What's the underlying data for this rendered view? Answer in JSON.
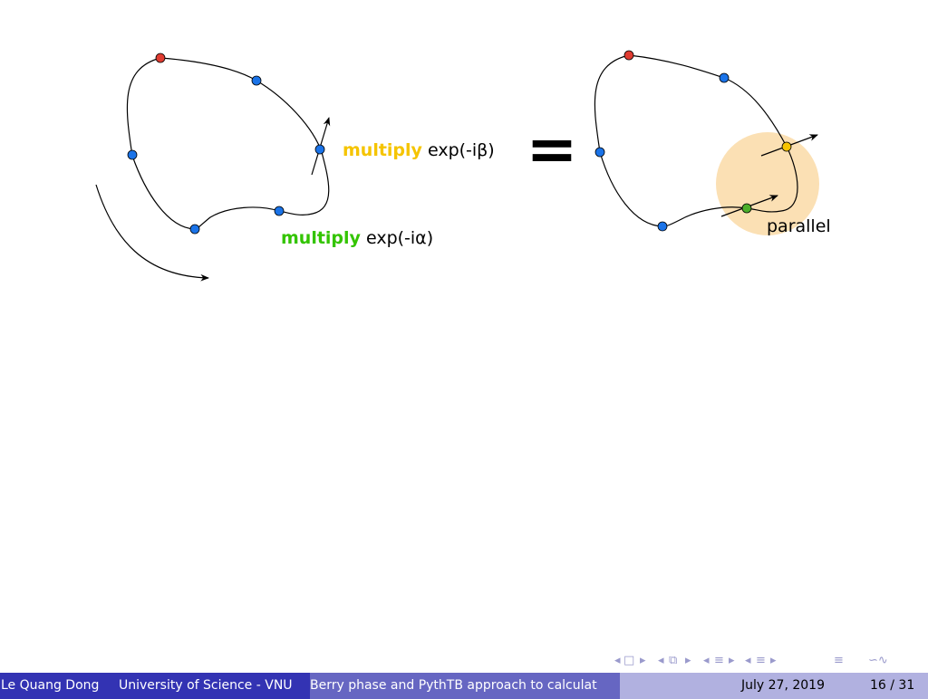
{
  "diagram": {
    "left_label_beta": {
      "keyword": "multiply",
      "expr": " exp(-iβ)"
    },
    "left_label_alpha": {
      "keyword": "multiply",
      "expr": " exp(-iα)"
    },
    "equals_sign": "=",
    "right_label": "parallel",
    "colors": {
      "beta_keyword": "#f5c400",
      "alpha_keyword": "#33c400",
      "blue_point": "#1a73e8",
      "red_point": "#e03c31",
      "yellow_point": "#f7c400",
      "green_point": "#4caf2a",
      "highlight_circle": "#fbe0b4"
    }
  },
  "nav": {
    "icons": [
      "nav-left-arrow-icon",
      "frame-icon",
      "nav-right-arrow-icon",
      "subsection-icon",
      "section-icon",
      "align-icon",
      "search-icon"
    ]
  },
  "footer": {
    "author": "Le Quang Dong",
    "institution": "University of Science - VNU",
    "title": "Berry phase and PythTB approach to calculat",
    "date": "July 27, 2019",
    "page": "16 / 31"
  }
}
